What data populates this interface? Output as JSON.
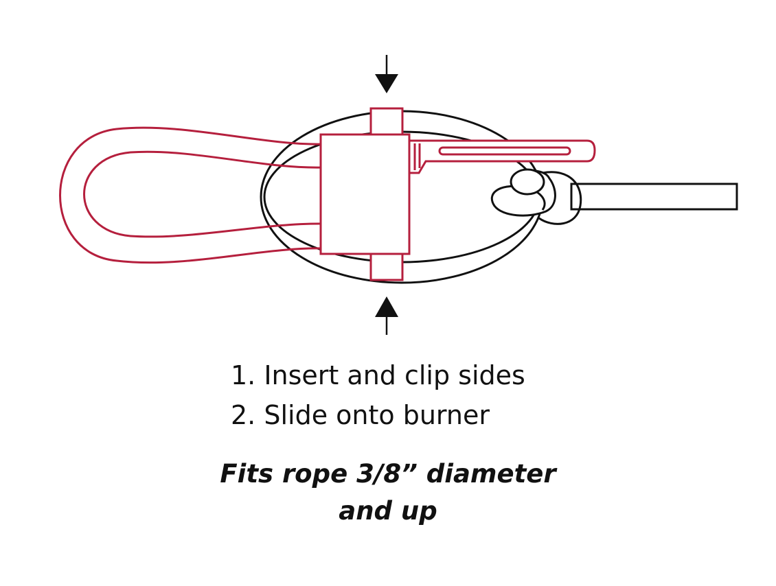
{
  "colors": {
    "ink": "#111111",
    "rope_red": "#b51f3d",
    "background": "#ffffff"
  },
  "icons": [
    "down-arrow-icon",
    "up-arrow-icon"
  ],
  "steps": [
    "1. Insert and clip sides",
    "2. Slide onto burner"
  ],
  "note": {
    "line1": "Fits rope 3/8” diameter",
    "line2": "and up"
  }
}
